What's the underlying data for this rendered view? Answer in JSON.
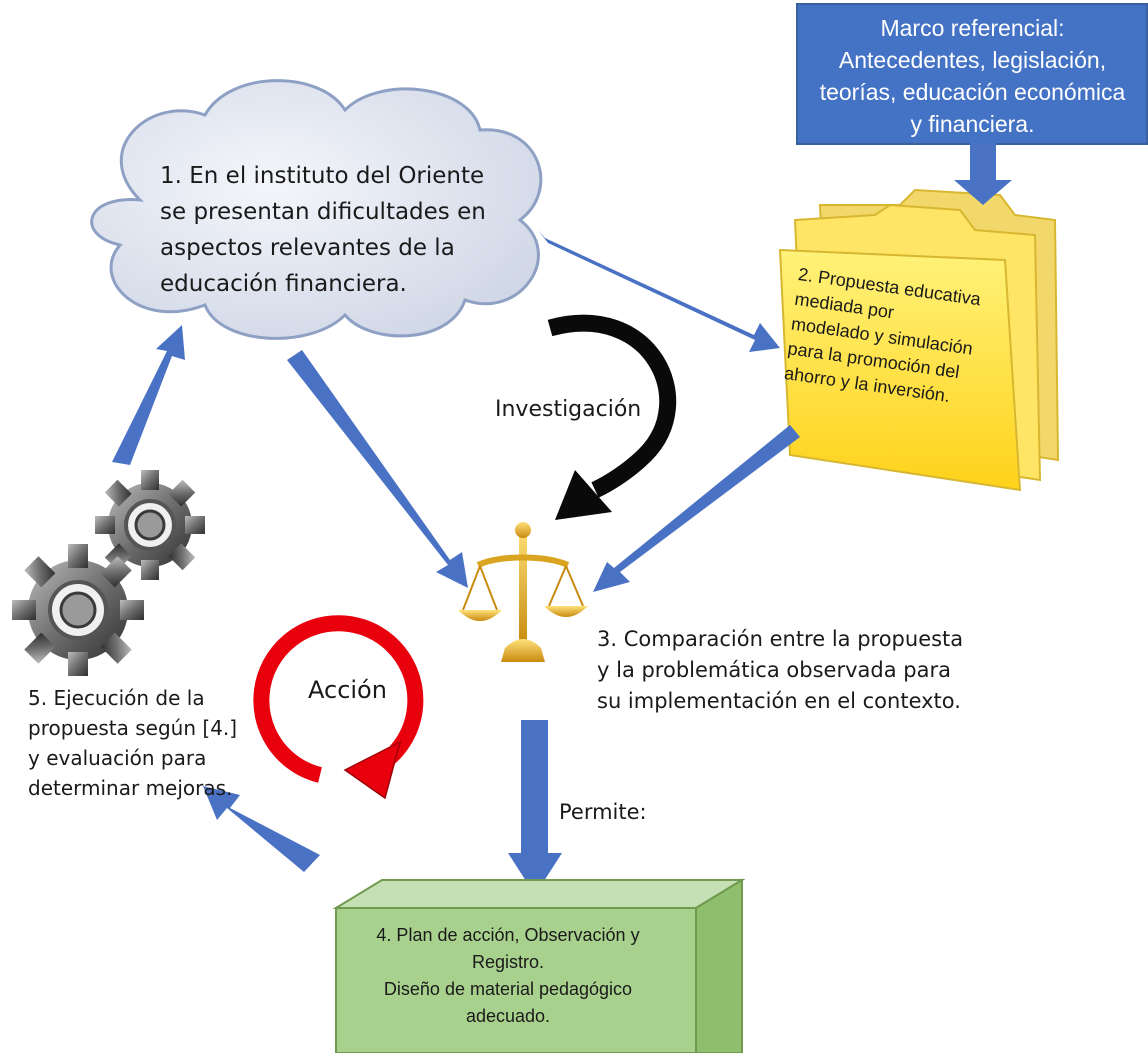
{
  "diagram": {
    "marco": {
      "lines": [
        "Marco referencial:",
        "Antecedentes, legislación,",
        "teorías, educación económica",
        "y financiera."
      ]
    },
    "step1": {
      "lines": [
        "1. En el instituto del Oriente",
        "se presentan dificultades en",
        "aspectos relevantes de la",
        "educación financiera."
      ]
    },
    "step2": {
      "lines": [
        "2. Propuesta educativa",
        "mediada por",
        "modelado y simulación",
        "para la promoción del",
        "ahorro y la inversión."
      ]
    },
    "investigacion_label": "Investigación",
    "step3": {
      "lines": [
        "3. Comparación entre la propuesta",
        "y la problemática observada para",
        "su implementación en el contexto."
      ]
    },
    "accion_label": "Acción",
    "step5": {
      "lines": [
        "5. Ejecución de la",
        "propuesta según [4.]",
        "y evaluación para",
        "determinar mejoras."
      ]
    },
    "permite_label": "Permite:",
    "step4": {
      "lines": [
        "4. Plan de acción, Observación y",
        "Registro.",
        "Diseño de material pedagógico",
        "adecuado."
      ]
    }
  },
  "colors": {
    "blue_box": "#4472c4",
    "arrow_blue": "#4a72c4",
    "cloud_fill": "#dfe3ee",
    "folder_yellow": "#ffe033",
    "green_box": "#a9d18e",
    "red_cycle": "#e8000c",
    "scale_gold": "#d9a520",
    "gear_grey": "#6e6e6e"
  },
  "icons": [
    "cloud-shape",
    "folder-icon",
    "scale-icon",
    "gears-icon",
    "cycle-arrow-icon",
    "curved-arrow-icon"
  ]
}
